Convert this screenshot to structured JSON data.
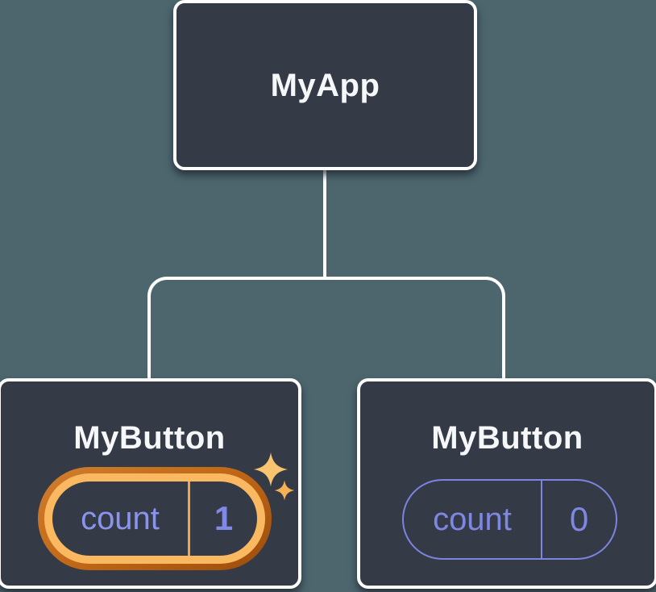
{
  "diagram": {
    "background_color": "#4D666E",
    "node_color": "#343A46",
    "connector_color": "#FFFFFF",
    "root": {
      "label": "MyApp"
    },
    "children": [
      {
        "label": "MyButton",
        "state_key": "count",
        "state_value": "1",
        "highlighted": true,
        "highlight_outer_color": "#C26A18",
        "highlight_ring_color": "#FAB860",
        "divider_color": "#F0A64A",
        "value_text_color": "#8189E8",
        "sparkle_big_color": "#F8C46F",
        "sparkle_small_color": "#F5B254"
      },
      {
        "label": "MyButton",
        "state_key": "count",
        "state_value": "0",
        "highlighted": false,
        "accent_color": "#7B84E0",
        "value_text_color": "#7E87E2"
      }
    ]
  }
}
